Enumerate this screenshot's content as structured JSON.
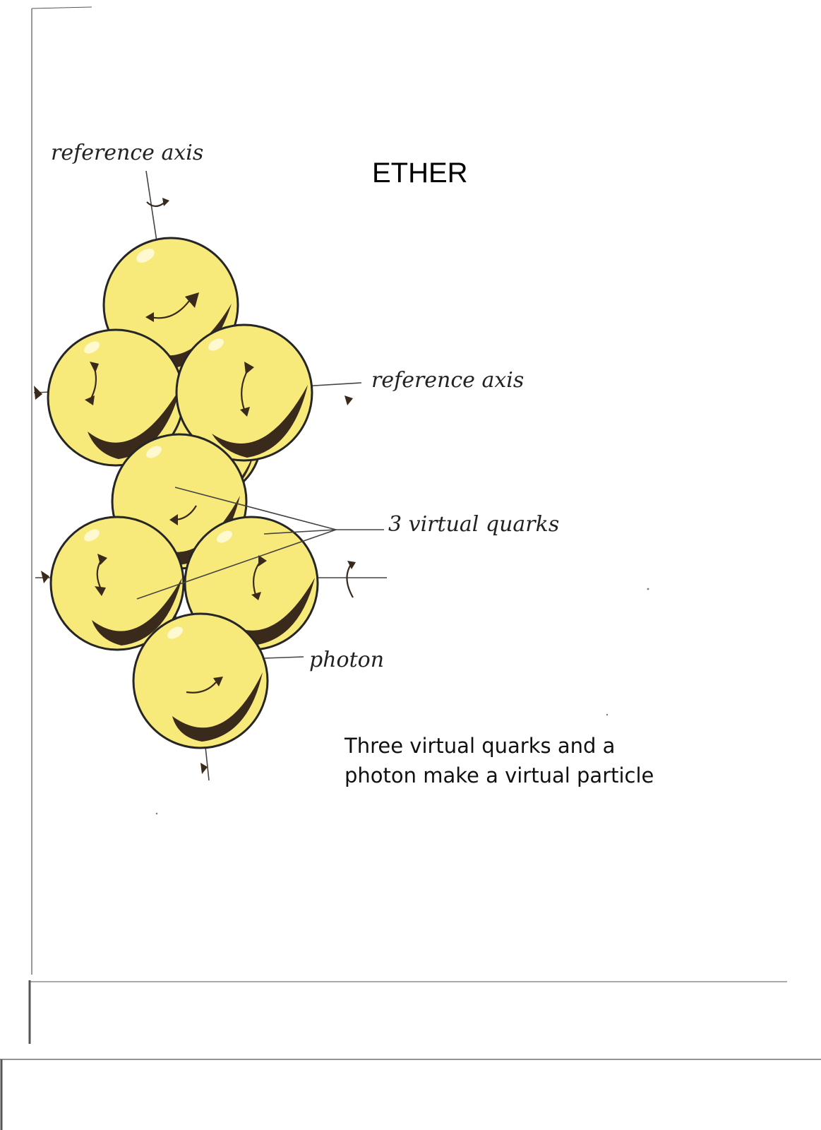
{
  "title": "ETHER",
  "labels": {
    "reference_axis_top": "reference axis",
    "reference_axis_right": "reference axis",
    "virtual_quarks": "3 virtual quarks",
    "photon": "photon"
  },
  "caption": {
    "line1": "Three virtual quarks and a",
    "line2": "photon make a virtual particle"
  },
  "colors": {
    "sphere_fill": "#f7ea7a",
    "crescent": "#3a2a1c"
  }
}
